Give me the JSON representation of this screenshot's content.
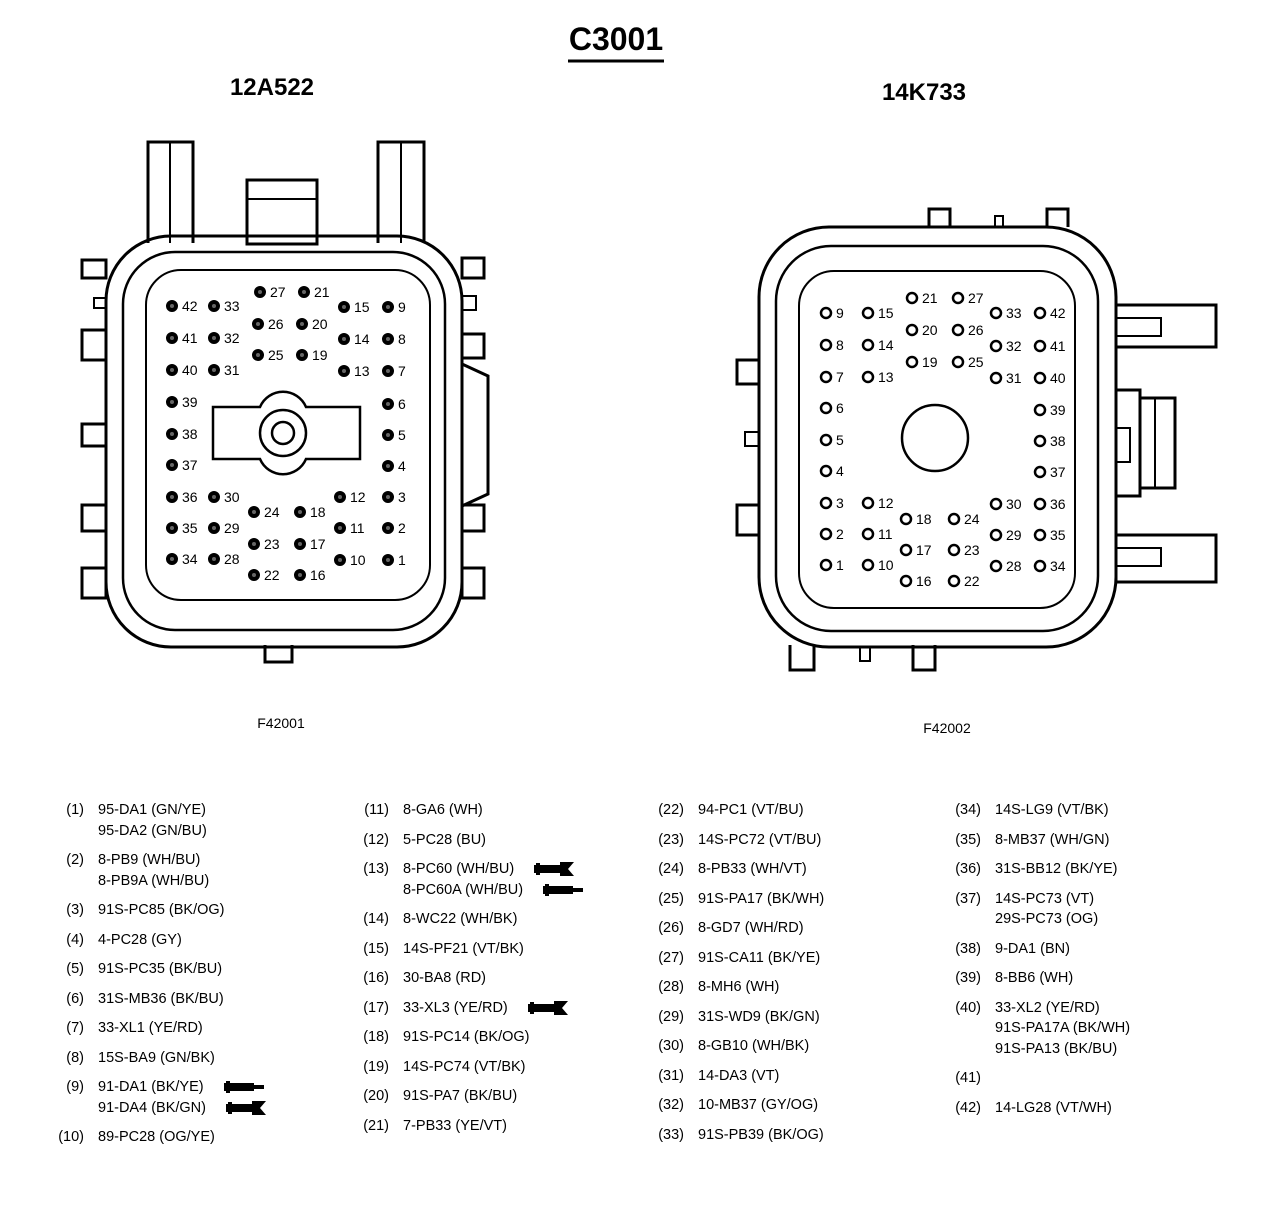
{
  "title": "C3001",
  "connectors": [
    {
      "id": "left",
      "part_number": "12A522",
      "figure": "F42001",
      "pins": [
        {
          "n": "42",
          "side": "r"
        },
        {
          "n": "33",
          "side": "r"
        },
        {
          "n": "27",
          "side": "r"
        },
        {
          "n": "21",
          "side": "r"
        },
        {
          "n": "15",
          "side": "r"
        },
        {
          "n": "9",
          "side": "r"
        },
        {
          "n": "41",
          "side": "r"
        },
        {
          "n": "32",
          "side": "r"
        },
        {
          "n": "26",
          "side": "r"
        },
        {
          "n": "20",
          "side": "r"
        },
        {
          "n": "14",
          "side": "r"
        },
        {
          "n": "8",
          "side": "r"
        },
        {
          "n": "40",
          "side": "r"
        },
        {
          "n": "31",
          "side": "r"
        },
        {
          "n": "25",
          "side": "r"
        },
        {
          "n": "19",
          "side": "r"
        },
        {
          "n": "13",
          "side": "r"
        },
        {
          "n": "7",
          "side": "r"
        },
        {
          "n": "39",
          "side": "r"
        },
        {
          "n": "6",
          "side": "r"
        },
        {
          "n": "38",
          "side": "r"
        },
        {
          "n": "5",
          "side": "r"
        },
        {
          "n": "37",
          "side": "r"
        },
        {
          "n": "4",
          "side": "r"
        },
        {
          "n": "36",
          "side": "r"
        },
        {
          "n": "30",
          "side": "r"
        },
        {
          "n": "24",
          "side": "r"
        },
        {
          "n": "18",
          "side": "r"
        },
        {
          "n": "12",
          "side": "r"
        },
        {
          "n": "3",
          "side": "r"
        },
        {
          "n": "35",
          "side": "r"
        },
        {
          "n": "29",
          "side": "r"
        },
        {
          "n": "23",
          "side": "r"
        },
        {
          "n": "17",
          "side": "r"
        },
        {
          "n": "11",
          "side": "r"
        },
        {
          "n": "2",
          "side": "r"
        },
        {
          "n": "34",
          "side": "r"
        },
        {
          "n": "28",
          "side": "r"
        },
        {
          "n": "22",
          "side": "r"
        },
        {
          "n": "16",
          "side": "r"
        },
        {
          "n": "10",
          "side": "r"
        },
        {
          "n": "1",
          "side": "r"
        }
      ]
    },
    {
      "id": "right",
      "part_number": "14K733",
      "figure": "F42002",
      "pins": [
        {
          "n": "9",
          "side": "r"
        },
        {
          "n": "15",
          "side": "r"
        },
        {
          "n": "21",
          "side": "r"
        },
        {
          "n": "27",
          "side": "r"
        },
        {
          "n": "33",
          "side": "r"
        },
        {
          "n": "42",
          "side": "r"
        },
        {
          "n": "8",
          "side": "r"
        },
        {
          "n": "14",
          "side": "r"
        },
        {
          "n": "20",
          "side": "r"
        },
        {
          "n": "26",
          "side": "r"
        },
        {
          "n": "32",
          "side": "r"
        },
        {
          "n": "41",
          "side": "r"
        },
        {
          "n": "7",
          "side": "r"
        },
        {
          "n": "13",
          "side": "r"
        },
        {
          "n": "19",
          "side": "r"
        },
        {
          "n": "25",
          "side": "r"
        },
        {
          "n": "31",
          "side": "r"
        },
        {
          "n": "40",
          "side": "r"
        },
        {
          "n": "6",
          "side": "r"
        },
        {
          "n": "39",
          "side": "r"
        },
        {
          "n": "5",
          "side": "r"
        },
        {
          "n": "38",
          "side": "r"
        },
        {
          "n": "4",
          "side": "r"
        },
        {
          "n": "37",
          "side": "r"
        },
        {
          "n": "3",
          "side": "r"
        },
        {
          "n": "12",
          "side": "r"
        },
        {
          "n": "18",
          "side": "r"
        },
        {
          "n": "24",
          "side": "r"
        },
        {
          "n": "30",
          "side": "r"
        },
        {
          "n": "36",
          "side": "r"
        },
        {
          "n": "2",
          "side": "r"
        },
        {
          "n": "11",
          "side": "r"
        },
        {
          "n": "17",
          "side": "r"
        },
        {
          "n": "23",
          "side": "r"
        },
        {
          "n": "29",
          "side": "r"
        },
        {
          "n": "35",
          "side": "r"
        },
        {
          "n": "1",
          "side": "r"
        },
        {
          "n": "10",
          "side": "r"
        },
        {
          "n": "16",
          "side": "r"
        },
        {
          "n": "22",
          "side": "r"
        },
        {
          "n": "28",
          "side": "r"
        },
        {
          "n": "34",
          "side": "r"
        }
      ]
    }
  ],
  "legend_columns": [
    [
      {
        "pin": "(1)",
        "lines": [
          {
            "text": "95-DA1 (GN/YE)"
          },
          {
            "text": "95-DA2 (GN/BU)"
          }
        ]
      },
      {
        "pin": "(2)",
        "lines": [
          {
            "text": "8-PB9 (WH/BU)"
          },
          {
            "text": "8-PB9A (WH/BU)"
          }
        ]
      },
      {
        "pin": "(3)",
        "lines": [
          {
            "text": "91S-PC85 (BK/OG)"
          }
        ]
      },
      {
        "pin": "(4)",
        "lines": [
          {
            "text": "4-PC28 (GY)"
          }
        ]
      },
      {
        "pin": "(5)",
        "lines": [
          {
            "text": "91S-PC35 (BK/BU)"
          }
        ]
      },
      {
        "pin": "(6)",
        "lines": [
          {
            "text": "31S-MB36 (BK/BU)"
          }
        ]
      },
      {
        "pin": "(7)",
        "lines": [
          {
            "text": "33-XL1 (YE/RD)"
          }
        ]
      },
      {
        "pin": "(8)",
        "lines": [
          {
            "text": "15S-BA9 (GN/BK)"
          }
        ]
      },
      {
        "pin": "(9)",
        "lines": [
          {
            "text": "91-DA1 (BK/YE)",
            "mark": "splice-pin"
          },
          {
            "text": "91-DA4 (BK/GN)",
            "mark": "splice-fork"
          }
        ]
      },
      {
        "pin": "(10)",
        "lines": [
          {
            "text": "89-PC28 (OG/YE)"
          }
        ]
      }
    ],
    [
      {
        "pin": "(11)",
        "lines": [
          {
            "text": "8-GA6 (WH)"
          }
        ]
      },
      {
        "pin": "(12)",
        "lines": [
          {
            "text": "5-PC28 (BU)"
          }
        ]
      },
      {
        "pin": "(13)",
        "lines": [
          {
            "text": "8-PC60 (WH/BU)",
            "mark": "splice-fork"
          },
          {
            "text": "8-PC60A (WH/BU)",
            "mark": "splice-pin"
          }
        ]
      },
      {
        "pin": "(14)",
        "lines": [
          {
            "text": "8-WC22 (WH/BK)"
          }
        ]
      },
      {
        "pin": "(15)",
        "lines": [
          {
            "text": "14S-PF21 (VT/BK)"
          }
        ]
      },
      {
        "pin": "(16)",
        "lines": [
          {
            "text": "30-BA8 (RD)"
          }
        ]
      },
      {
        "pin": "(17)",
        "lines": [
          {
            "text": "33-XL3 (YE/RD)",
            "mark": "splice-fork"
          }
        ]
      },
      {
        "pin": "(18)",
        "lines": [
          {
            "text": "91S-PC14 (BK/OG)"
          }
        ]
      },
      {
        "pin": "(19)",
        "lines": [
          {
            "text": "14S-PC74 (VT/BK)"
          }
        ]
      },
      {
        "pin": "(20)",
        "lines": [
          {
            "text": "91S-PA7 (BK/BU)"
          }
        ]
      },
      {
        "pin": "(21)",
        "lines": [
          {
            "text": "7-PB33 (YE/VT)"
          }
        ]
      }
    ],
    [
      {
        "pin": "(22)",
        "lines": [
          {
            "text": "94-PC1 (VT/BU)"
          }
        ]
      },
      {
        "pin": "(23)",
        "lines": [
          {
            "text": "14S-PC72 (VT/BU)"
          }
        ]
      },
      {
        "pin": "(24)",
        "lines": [
          {
            "text": "8-PB33 (WH/VT)"
          }
        ]
      },
      {
        "pin": "(25)",
        "lines": [
          {
            "text": "91S-PA17 (BK/WH)"
          }
        ]
      },
      {
        "pin": "(26)",
        "lines": [
          {
            "text": "8-GD7 (WH/RD)"
          }
        ]
      },
      {
        "pin": "(27)",
        "lines": [
          {
            "text": "91S-CA11 (BK/YE)"
          }
        ]
      },
      {
        "pin": "(28)",
        "lines": [
          {
            "text": "8-MH6 (WH)"
          }
        ]
      },
      {
        "pin": "(29)",
        "lines": [
          {
            "text": "31S-WD9 (BK/GN)"
          }
        ]
      },
      {
        "pin": "(30)",
        "lines": [
          {
            "text": "8-GB10 (WH/BK)"
          }
        ]
      },
      {
        "pin": "(31)",
        "lines": [
          {
            "text": "14-DA3 (VT)"
          }
        ]
      },
      {
        "pin": "(32)",
        "lines": [
          {
            "text": "10-MB37 (GY/OG)"
          }
        ]
      },
      {
        "pin": "(33)",
        "lines": [
          {
            "text": "91S-PB39 (BK/OG)"
          }
        ]
      }
    ],
    [
      {
        "pin": "(34)",
        "lines": [
          {
            "text": "14S-LG9 (VT/BK)"
          }
        ]
      },
      {
        "pin": "(35)",
        "lines": [
          {
            "text": "8-MB37 (WH/GN)"
          }
        ]
      },
      {
        "pin": "(36)",
        "lines": [
          {
            "text": "31S-BB12 (BK/YE)"
          }
        ]
      },
      {
        "pin": "(37)",
        "lines": [
          {
            "text": "14S-PC73 (VT)"
          },
          {
            "text": "29S-PC73 (OG)"
          }
        ]
      },
      {
        "pin": "(38)",
        "lines": [
          {
            "text": "9-DA1 (BN)"
          }
        ]
      },
      {
        "pin": "(39)",
        "lines": [
          {
            "text": "8-BB6 (WH)"
          }
        ]
      },
      {
        "pin": "(40)",
        "lines": [
          {
            "text": "33-XL2 (YE/RD)"
          },
          {
            "text": "91S-PA17A (BK/WH)"
          },
          {
            "text": "91S-PA13 (BK/BU)"
          }
        ]
      },
      {
        "pin": "(41)",
        "lines": [
          {
            "text": ""
          }
        ]
      },
      {
        "pin": "(42)",
        "lines": [
          {
            "text": "14-LG28 (VT/WH)"
          }
        ]
      }
    ]
  ]
}
